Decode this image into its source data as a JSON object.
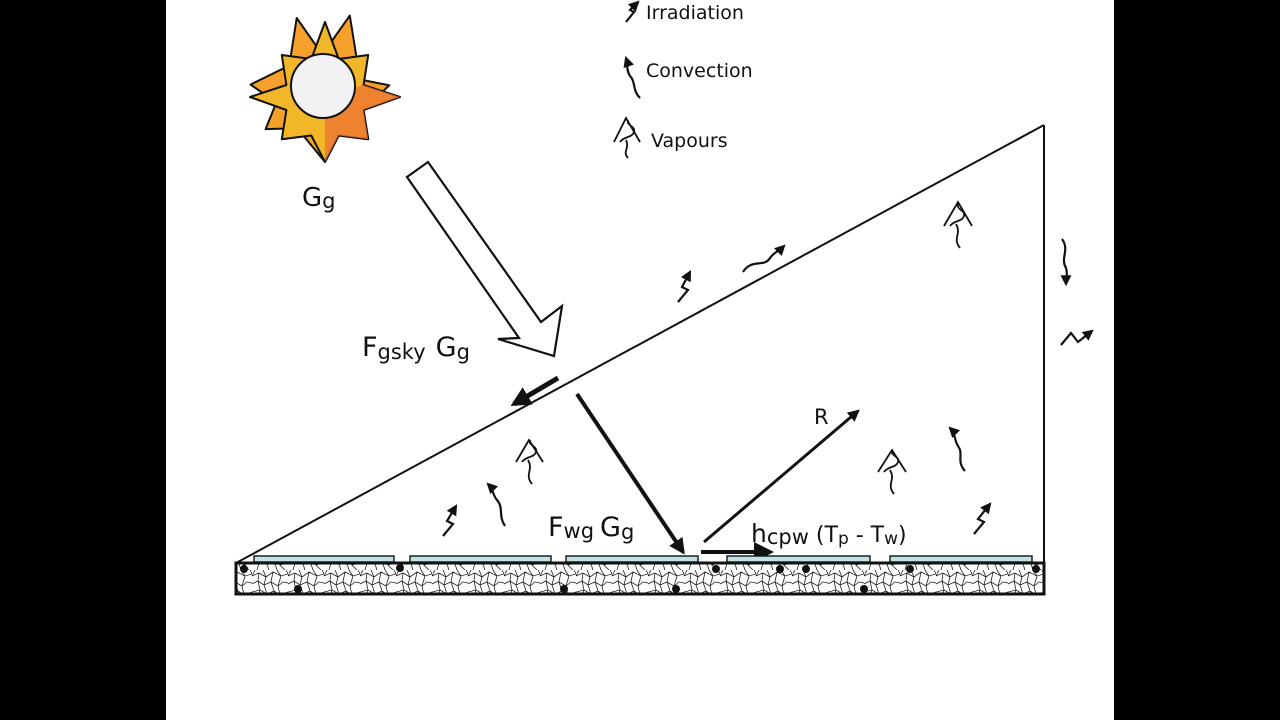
{
  "legend": {
    "irradiation": "Irradiation",
    "convection": "Convection",
    "vapours": "Vapours"
  },
  "labels": {
    "sun": {
      "main": "G",
      "sub": "g"
    },
    "incident": {
      "f": "F",
      "fsub": "gsky",
      "g": "G",
      "gsub": "g"
    },
    "transmitted": {
      "f": "F",
      "fsub": "wg",
      "g": "G",
      "gsub": "g"
    },
    "reflected": "R",
    "convection_coeff": {
      "h": "h",
      "hsub": "cpw",
      "open": " (T",
      "tp": "p",
      "minus": " - T",
      "tw": "w",
      "close": ")"
    }
  },
  "colors": {
    "sun_outer": "#f2b728",
    "sun_inner": "#f4a02a",
    "sun_accent": "#ec7032",
    "sun_core": "#f2f2f4",
    "basin_liner": "#bfe3e6"
  }
}
